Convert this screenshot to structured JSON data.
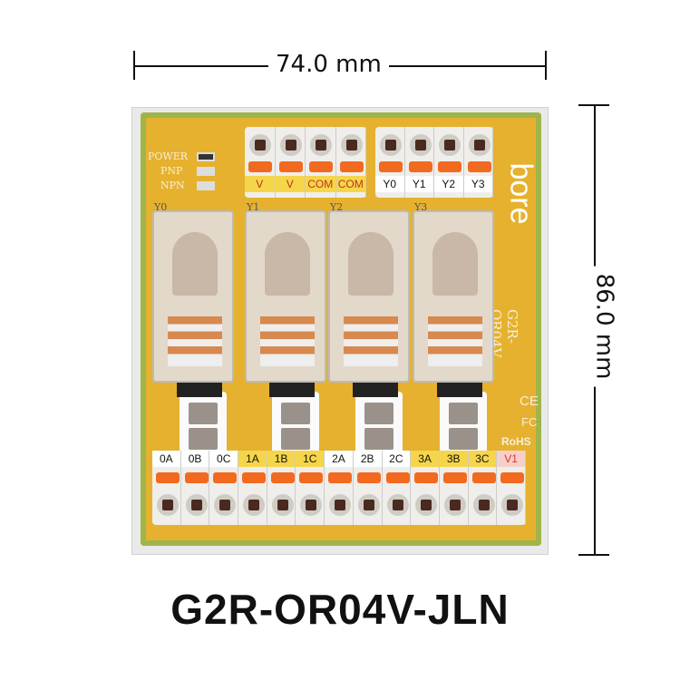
{
  "dimensions": {
    "width": "74.0 mm",
    "height": "86.0 mm"
  },
  "model": "G2R-OR04V-JLN",
  "board": {
    "brand": "bore",
    "silkscreen_model": "G2R-OR04V",
    "indicators": [
      "POWER",
      "PNP",
      "NPN"
    ],
    "top_terminals_left": [
      "V",
      "V",
      "COM",
      "COM"
    ],
    "top_terminals_right": [
      "Y0",
      "Y1",
      "Y2",
      "Y3"
    ],
    "bottom_terminals": [
      "0A",
      "0B",
      "0C",
      "1A",
      "1B",
      "1C",
      "2A",
      "2B",
      "2C",
      "3A",
      "3B",
      "3C",
      "V1"
    ],
    "certifications": [
      "CE",
      "FC",
      "RoHS"
    ],
    "relay_labels": [
      "Y0",
      "Y1",
      "Y2",
      "Y3"
    ]
  },
  "colors": {
    "pcb": "#e6b12e",
    "lever": "#f26a1f",
    "label_yellow": "#f5d64a",
    "label_red": "#e03030"
  }
}
